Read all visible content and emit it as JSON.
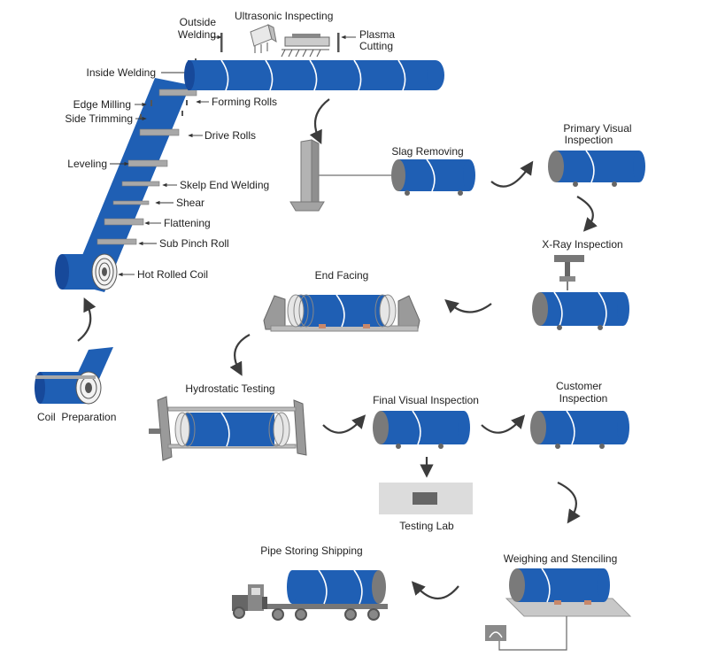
{
  "colors": {
    "pipe_blue": "#1f5fb4",
    "pipe_dark": "#17499a",
    "pipe_end": "#7a7a7a",
    "machine_gray": "#9a9a9a",
    "arrow_dark": "#3c3c3c"
  },
  "labels": {
    "ultrasonic_inspecting": "Ultrasonic Inspecting",
    "outside_welding_1": "Outside",
    "outside_welding_2": "Welding",
    "plasma_cutting_1": "Plasma",
    "plasma_cutting_2": "Cutting",
    "inside_welding": "Inside Welding",
    "edge_milling": "Edge Milling",
    "side_trimming": "Side Trimming",
    "forming_rolls": "Forming Rolls",
    "drive_rolls": "Drive Rolls",
    "leveling": "Leveling",
    "skelp_end_welding": "Skelp End Welding",
    "shear": "Shear",
    "flattening": "Flattening",
    "sub_pinch_roll": "Sub Pinch Roll",
    "hot_rolled_coil": "Hot Rolled Coil",
    "coil_preparation": "Coil  Preparation",
    "slag_removing": "Slag Removing",
    "primary_visual_1": "Primary Visual",
    "primary_visual_2": "Inspection",
    "xray_inspection": "X-Ray Inspection",
    "end_facing": "End Facing",
    "hydrostatic_testing": "Hydrostatic Testing",
    "final_visual_inspection": "Final Visual Inspection",
    "customer_inspection_1": "Customer",
    "customer_inspection_2": "Inspection",
    "testing_lab": "Testing Lab",
    "pipe_storing_shipping": "Pipe Storing Shipping",
    "weighing_stenciling": "Weighing and Stenciling"
  }
}
